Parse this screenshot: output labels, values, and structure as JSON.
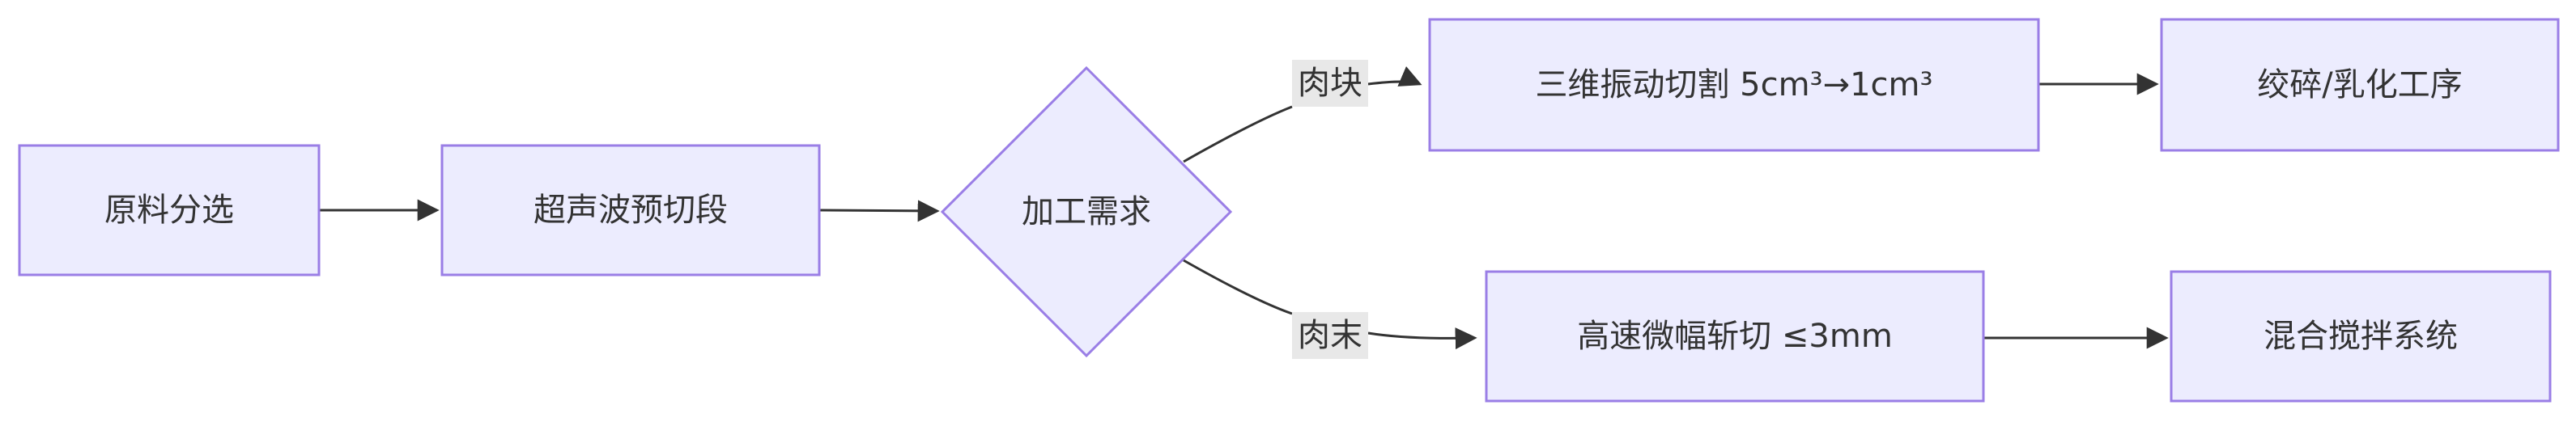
{
  "nodes": {
    "raw_sorting": "原料分选",
    "ultrasonic_precut": "超声波预切段",
    "processing_need": "加工需求",
    "vibration_cutting": "三维振动切割 5cm³→1cm³",
    "mincing_emulsify": "绞碎/乳化工序",
    "high_speed_chopping": "高速微幅斩切 ≤3mm",
    "mixing_system": "混合搅拌系统"
  },
  "edge_labels": {
    "chunk": "肉块",
    "minced": "肉末"
  },
  "colors": {
    "node_fill": "#ececfe",
    "node_stroke": "#9a7ee6",
    "edge": "#333333",
    "edge_label_bg": "#e8e8e8",
    "text": "#333333"
  }
}
